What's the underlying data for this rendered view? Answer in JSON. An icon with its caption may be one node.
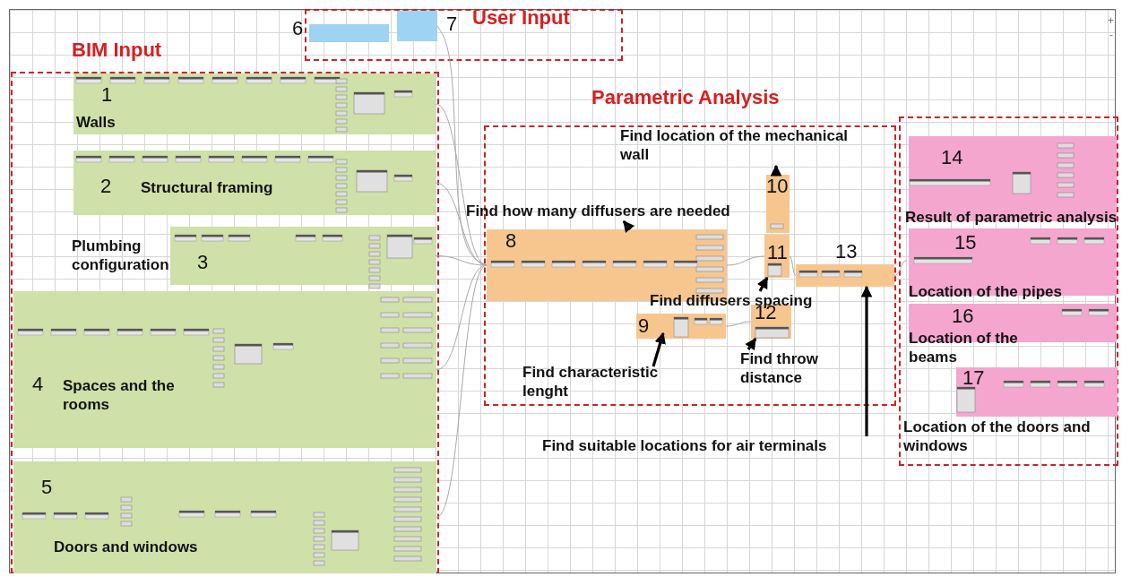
{
  "diagram": {
    "nodes": [
      {
        "text": [
          "BIM Input"
        ]
      },
      {
        "text": [
          "1",
          "Walls"
        ],
        "in": 0
      },
      {
        "text": [
          "2",
          "Structural framing"
        ],
        "in": 0
      },
      {
        "text": [
          "Plumbing configuration",
          "3"
        ],
        "in": 0
      },
      {
        "text": [
          "4",
          "Spaces and the rooms"
        ],
        "in": 0
      },
      {
        "text": [
          "5",
          "Doors and windows"
        ],
        "in": 0
      },
      {
        "text": [
          "User Input"
        ]
      },
      {
        "text": [
          "6"
        ],
        "in": 6
      },
      {
        "text": [
          "7"
        ],
        "in": 6
      },
      {
        "text": [
          "Parametric Analysis"
        ]
      },
      {
        "text": [
          "8"
        ],
        "in": 9
      },
      {
        "text": [
          "9"
        ],
        "in": 9
      },
      {
        "text": [
          "10"
        ],
        "in": 9
      },
      {
        "text": [
          "11"
        ],
        "in": 9
      },
      {
        "text": [
          "12"
        ],
        "in": 9
      },
      {
        "text": [
          "13"
        ],
        "in": 9
      },
      {
        "text": [],
        "shape": "box"
      },
      {
        "text": [
          "14",
          "Result of parametric analysis"
        ],
        "in": 16
      },
      {
        "text": [
          "15",
          "Location of the pipes"
        ],
        "in": 16
      },
      {
        "text": [
          "16",
          "Location of the beams"
        ],
        "in": 16
      },
      {
        "text": [
          "17",
          "Location of the doors and windows"
        ],
        "in": 16
      },
      {
        "text": [
          "Find location of the mechanical wall"
        ],
        "in": 9
      },
      {
        "text": [
          "Find how many diffusers are needed"
        ]
      },
      {
        "text": [
          "Find diffusers spacing"
        ],
        "in": 9
      },
      {
        "text": [
          "Find characteristic lenght"
        ],
        "in": 9
      },
      {
        "text": [
          "Find throw distance"
        ],
        "in": 9
      },
      {
        "text": [
          "Find suitable locations for air terminals"
        ]
      }
    ],
    "edges": [
      {
        "from": 1,
        "to": 10,
        "arrow": "none"
      },
      {
        "from": 2,
        "to": 10,
        "arrow": "none"
      },
      {
        "from": 3,
        "to": 10,
        "arrow": "none"
      },
      {
        "from": 4,
        "to": 10,
        "arrow": "none"
      },
      {
        "from": 5,
        "to": 10,
        "arrow": "none"
      },
      {
        "from": 8,
        "to": 10,
        "arrow": "none"
      },
      {
        "from": 10,
        "to": 13,
        "arrow": "none"
      },
      {
        "from": 11,
        "to": 14,
        "arrow": "none"
      },
      {
        "from": 13,
        "to": 15,
        "arrow": "none"
      },
      {
        "from": 15,
        "to": 18,
        "arrow": "none"
      },
      {
        "from": 12,
        "to": 21,
        "arrow": "to",
        "style": "thick",
        "color": "#000000"
      },
      {
        "from": 10,
        "to": 22,
        "arrow": "to",
        "style": "thick",
        "color": "#000000"
      },
      {
        "from": 23,
        "to": 13,
        "arrow": "to",
        "style": "thick",
        "color": "#000000"
      },
      {
        "from": 24,
        "to": 11,
        "arrow": "to",
        "style": "thick",
        "color": "#000000"
      },
      {
        "from": 25,
        "to": 14,
        "arrow": "to",
        "style": "thick",
        "color": "#000000"
      },
      {
        "from": 26,
        "to": 15,
        "arrow": "to",
        "style": "thick",
        "color": "#000000"
      }
    ],
    "labels": [
      "+",
      "-"
    ]
  }
}
